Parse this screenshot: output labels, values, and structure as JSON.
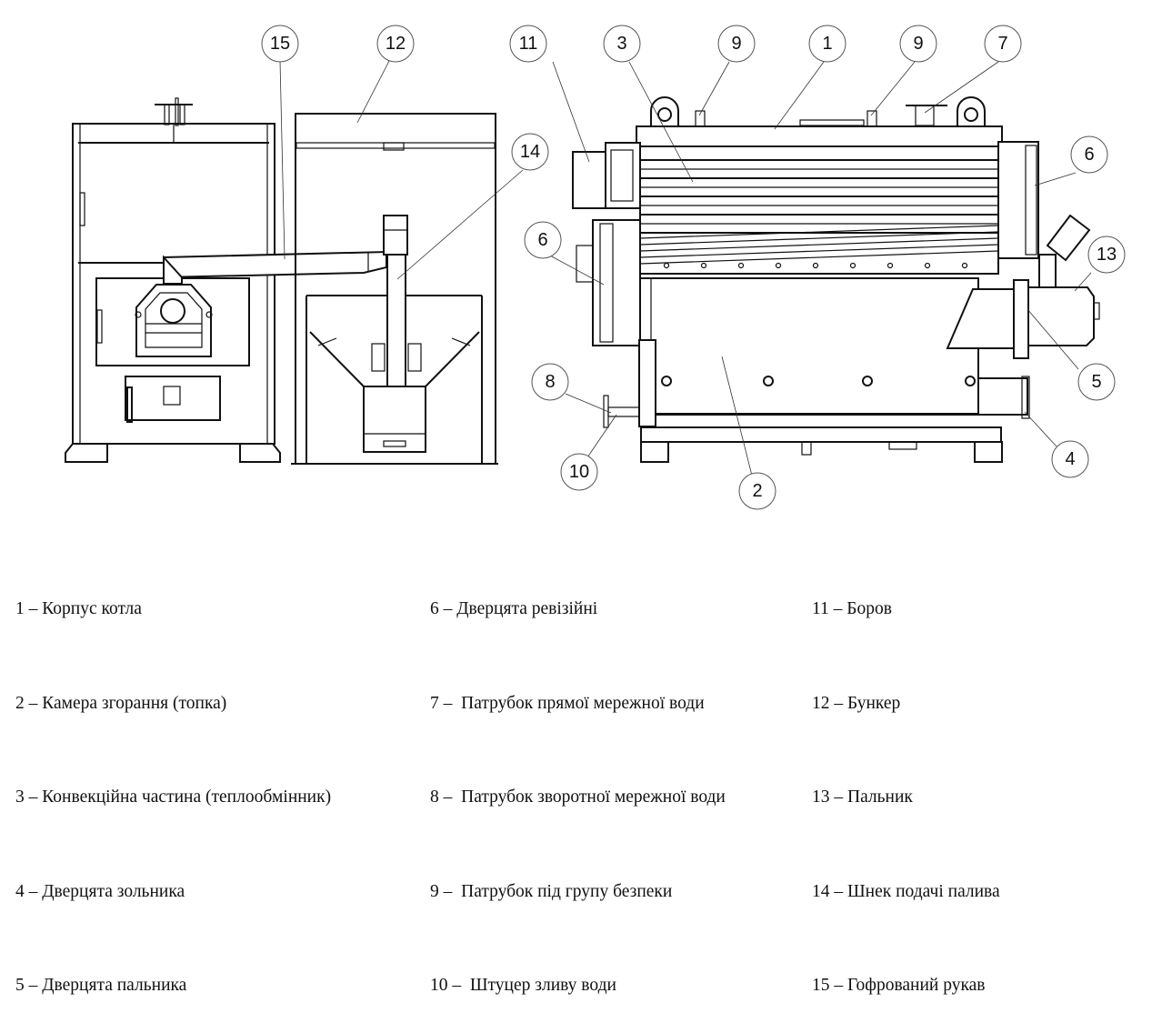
{
  "callouts": [
    {
      "id": "15",
      "label": "15"
    },
    {
      "id": "12",
      "label": "12"
    },
    {
      "id": "14",
      "label": "14"
    },
    {
      "id": "11",
      "label": "11"
    },
    {
      "id": "3",
      "label": "3"
    },
    {
      "id": "9a",
      "label": "9"
    },
    {
      "id": "1",
      "label": "1"
    },
    {
      "id": "9b",
      "label": "9"
    },
    {
      "id": "7",
      "label": "7"
    },
    {
      "id": "6a",
      "label": "6"
    },
    {
      "id": "6b",
      "label": "6"
    },
    {
      "id": "13",
      "label": "13"
    },
    {
      "id": "5",
      "label": "5"
    },
    {
      "id": "4",
      "label": "4"
    },
    {
      "id": "8",
      "label": "8"
    },
    {
      "id": "10",
      "label": "10"
    },
    {
      "id": "2",
      "label": "2"
    }
  ],
  "legend": {
    "columns": [
      [
        "1 – Корпус котла",
        "2 – Камера згорання (топка)",
        "3 – Конвекційна частина (теплообмінник)",
        "4 – Дверцята зольника",
        "5 – Дверцята пальника"
      ],
      [
        "6 – Дверцята ревізійні",
        "7 –  Патрубок прямої мережної води",
        "8 –  Патрубок зворотної мережної води",
        "9 –  Патрубок під групу безпеки",
        "10 –  Штуцер зливу води"
      ],
      [
        "11 – Боров",
        "12 – Бункер",
        "13 – Пальник",
        "14 – Шнек подачі палива",
        "15 – Гофрований рукав"
      ]
    ]
  }
}
